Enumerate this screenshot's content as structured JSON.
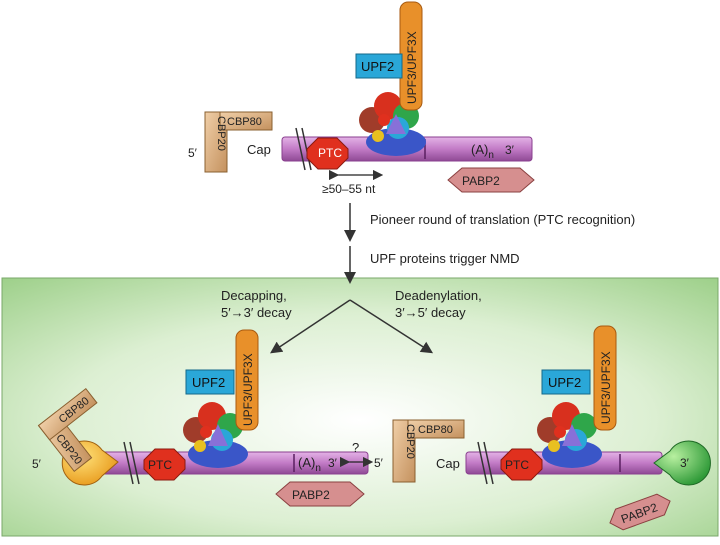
{
  "top": {
    "upf2": "UPF2",
    "upf3": "UPF3/UPF3X",
    "cbp80": "CBP80",
    "cbp20": "CBP20",
    "five_prime": "5′",
    "cap": "Cap",
    "ptc": "PTC",
    "polya_base": "(A)",
    "polya_sub": "n",
    "three_prime": "3′",
    "pabp2": "PABP2",
    "distance": "≥50–55 nt"
  },
  "steps": {
    "step1": "Pioneer round of translation (PTC recognition)",
    "step2": "UPF proteins trigger NMD"
  },
  "branches": {
    "decapping_1": "Decapping,",
    "decapping_2": "5′→3′ decay",
    "deadenylation_1": "Deadenylation,",
    "deadenylation_2": "3′→5′ decay"
  },
  "bottom_left": {
    "upf2": "UPF2",
    "upf3": "UPF3/UPF3X",
    "cbp80": "CBP80",
    "cbp20": "CBP20",
    "five_prime": "5′",
    "ptc": "PTC",
    "polya_base": "(A)",
    "polya_sub": "n",
    "three_prime": "3′",
    "pabp2": "PABP2"
  },
  "middle": {
    "question": "?",
    "five_prime": "5′",
    "cbp80": "CBP80",
    "cbp20": "CBP20",
    "cap": "Cap"
  },
  "bottom_right": {
    "upf2": "UPF2",
    "upf3": "UPF3/UPF3X",
    "ptc": "PTC",
    "three_prime": "3′",
    "pabp2": "PABP2"
  },
  "colors": {
    "mrna": "#c27bc6",
    "mrna_edge": "#8a3f8f",
    "ptc": "#e0301e",
    "upf2": "#2aa7d8",
    "upf3": "#e8902a",
    "cbp": "#d8a878",
    "pabp": "#d68f8f",
    "panel_bg": "#b8dcaa"
  }
}
